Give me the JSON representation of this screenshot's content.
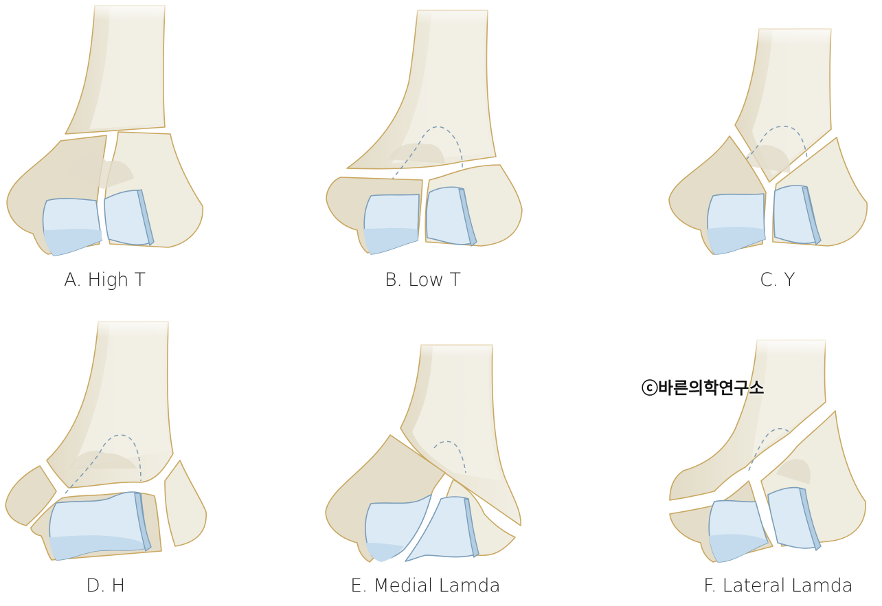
{
  "figure": {
    "type": "anatomical illustration",
    "subject": "Distal humerus intercondylar fracture patterns",
    "colors": {
      "bone": "#ebe7d8",
      "bone_outline": "#c9a75f",
      "cartilage": "#dceaf5",
      "cartilage_outline": "#7a9db8",
      "dashed_line": "#7d9bb3",
      "caption_text": "#222222"
    }
  },
  "panels": [
    {
      "id": "A",
      "caption": "A. High T"
    },
    {
      "id": "B",
      "caption": "B. Low T"
    },
    {
      "id": "C",
      "caption": "C. Y"
    },
    {
      "id": "D",
      "caption": "D. H"
    },
    {
      "id": "E",
      "caption": "E. Medial Lamda"
    },
    {
      "id": "F",
      "caption": "F. Lateral Lamda"
    }
  ],
  "watermark": {
    "text": "ⓒ바른의학연구소"
  }
}
